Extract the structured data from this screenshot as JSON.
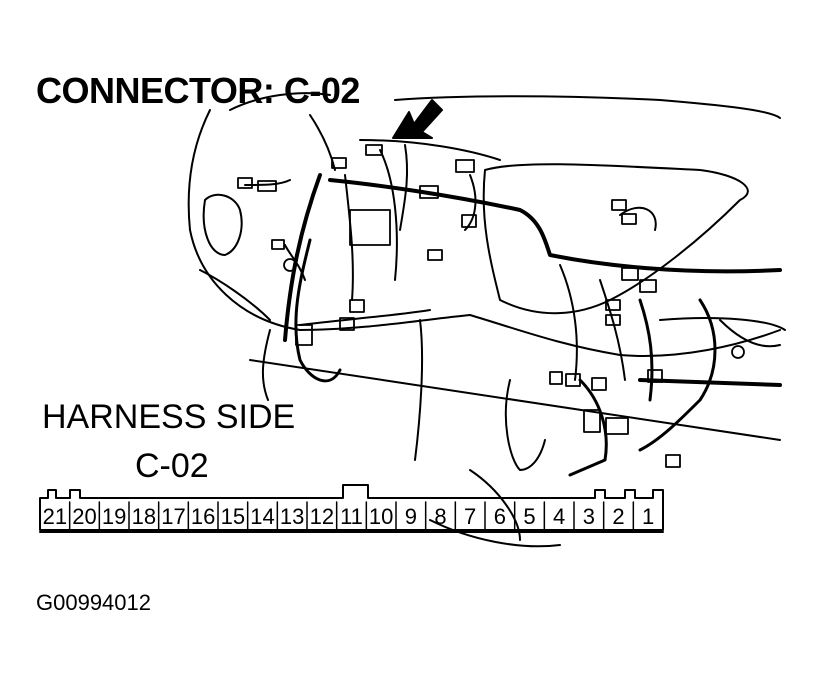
{
  "title": "CONNECTOR: C-02",
  "harness_side_label": "HARNESS SIDE",
  "connector_id": "C-02",
  "figure_code": "G00994012",
  "pins": [
    "21",
    "20",
    "19",
    "18",
    "17",
    "16",
    "15",
    "14",
    "13",
    "12",
    "11",
    "10",
    "9",
    "8",
    "7",
    "6",
    "5",
    "4",
    "3",
    "2",
    "1"
  ]
}
